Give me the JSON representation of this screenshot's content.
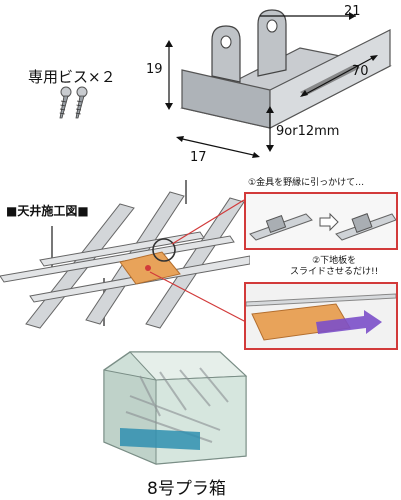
{
  "screws": {
    "label": "専用ビス×２"
  },
  "bracket": {
    "dimensions": {
      "width": "21",
      "height": "19",
      "length": "70",
      "depth": "17",
      "size_option": "9or12mm"
    }
  },
  "ceiling_diagram": {
    "title": "■天井施工図■",
    "step1": "①金具を野縁に引っかけて…",
    "step2_line1": "②下地板を",
    "step2_line2": "スライドさせるだけ!!"
  },
  "package": {
    "caption": "8号プラ箱"
  },
  "colors": {
    "accent_red": "#d23a3a",
    "board_orange": "#e8a35a",
    "arrow_purple": "#7b4fc9",
    "steel": "#b9bdc2"
  }
}
